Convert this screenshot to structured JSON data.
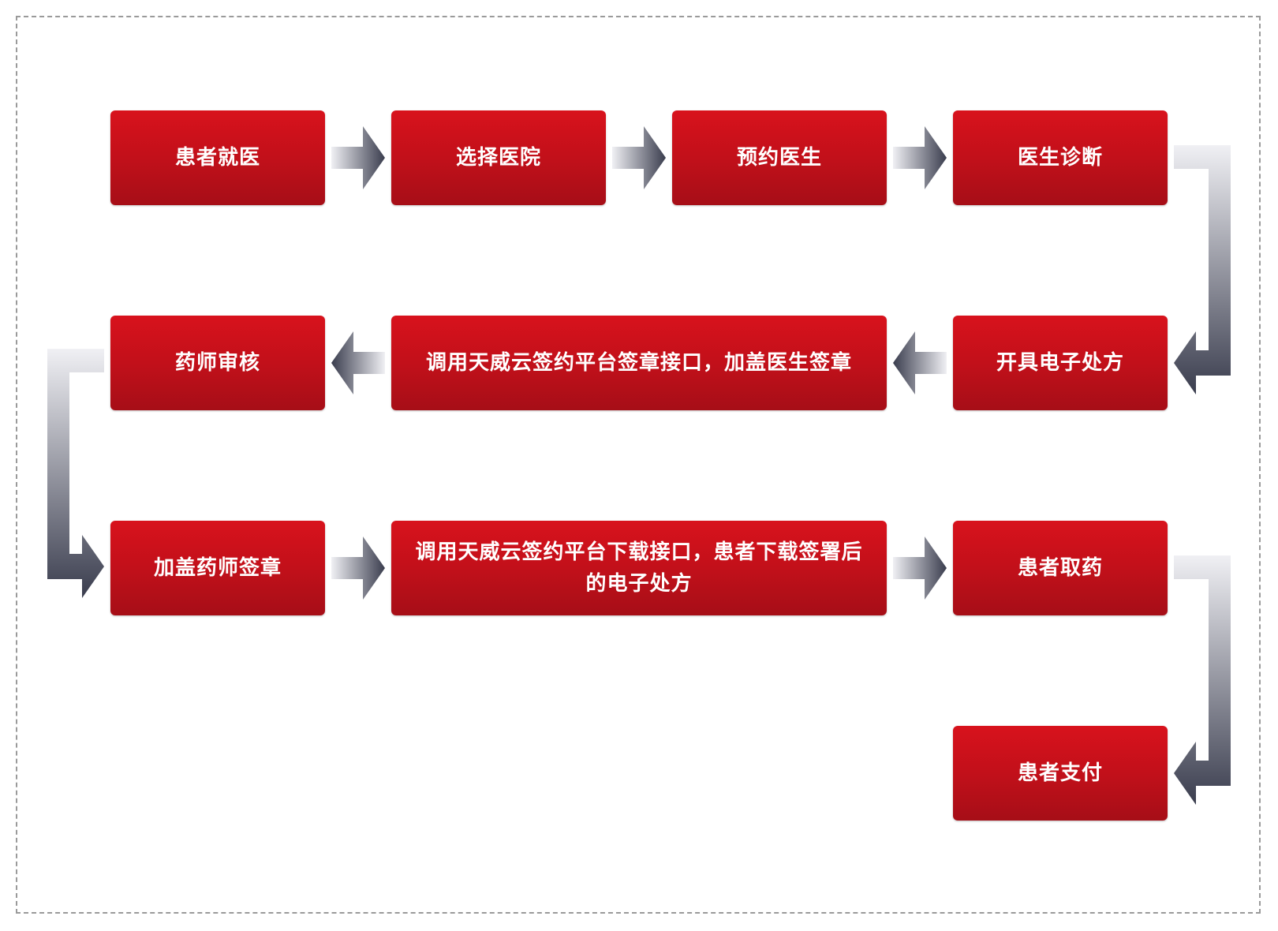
{
  "steps": [
    {
      "id": "patient-visit",
      "label": "患者就医"
    },
    {
      "id": "select-hospital",
      "label": "选择医院"
    },
    {
      "id": "book-doctor",
      "label": "预约医生"
    },
    {
      "id": "doctor-diagnosis",
      "label": "医生诊断"
    },
    {
      "id": "issue-prescription",
      "label": "开具电子处方"
    },
    {
      "id": "call-sign-api",
      "label": "调用天威云签约平台签章接口，加盖医生签章"
    },
    {
      "id": "pharmacist-review",
      "label": "药师审核"
    },
    {
      "id": "pharmacist-seal",
      "label": "加盖药师签章"
    },
    {
      "id": "call-download-api",
      "label": "调用天威云签约平台下载接口，患者下载签署后的电子处方"
    },
    {
      "id": "patient-pickup",
      "label": "患者取药"
    },
    {
      "id": "patient-pay",
      "label": "患者支付"
    }
  ]
}
